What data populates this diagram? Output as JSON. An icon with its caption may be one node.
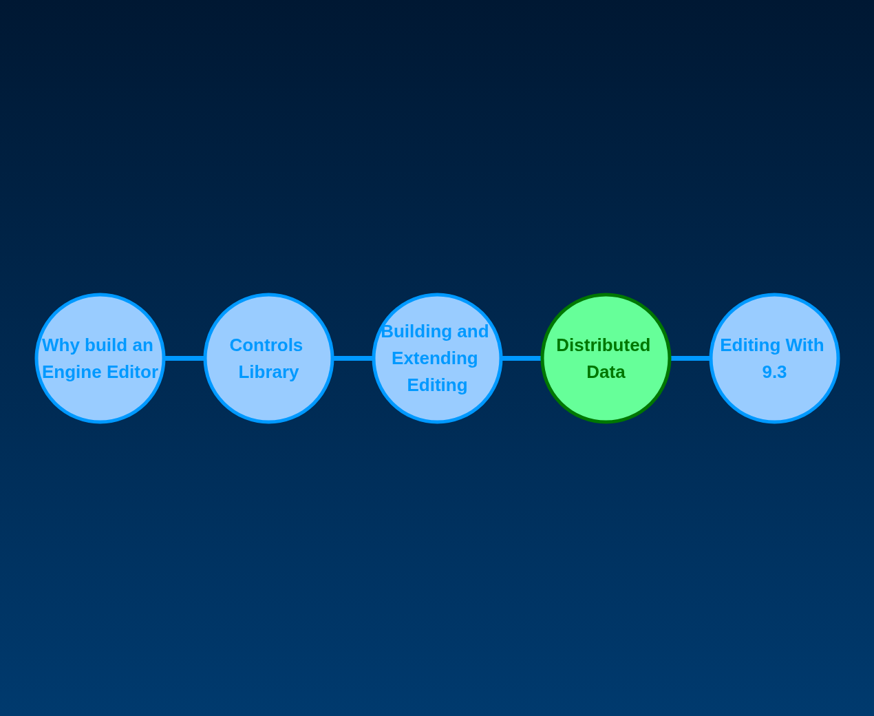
{
  "diagram": {
    "nodes": [
      {
        "text": [
          "Why build an Engine Editor"
        ]
      },
      {
        "text": [
          "Controls Library"
        ]
      },
      {
        "text": [
          "Building and Extending Editing"
        ]
      },
      {
        "text": [
          "Distributed Data"
        ]
      },
      {
        "text": [
          "Editing With 9.3"
        ]
      }
    ],
    "edges": [
      {
        "from": 0,
        "to": 1,
        "arrow": "none"
      },
      {
        "from": 1,
        "to": 2,
        "arrow": "none"
      },
      {
        "from": 2,
        "to": 3,
        "arrow": "none"
      },
      {
        "from": 3,
        "to": 4,
        "arrow": "none"
      }
    ]
  }
}
